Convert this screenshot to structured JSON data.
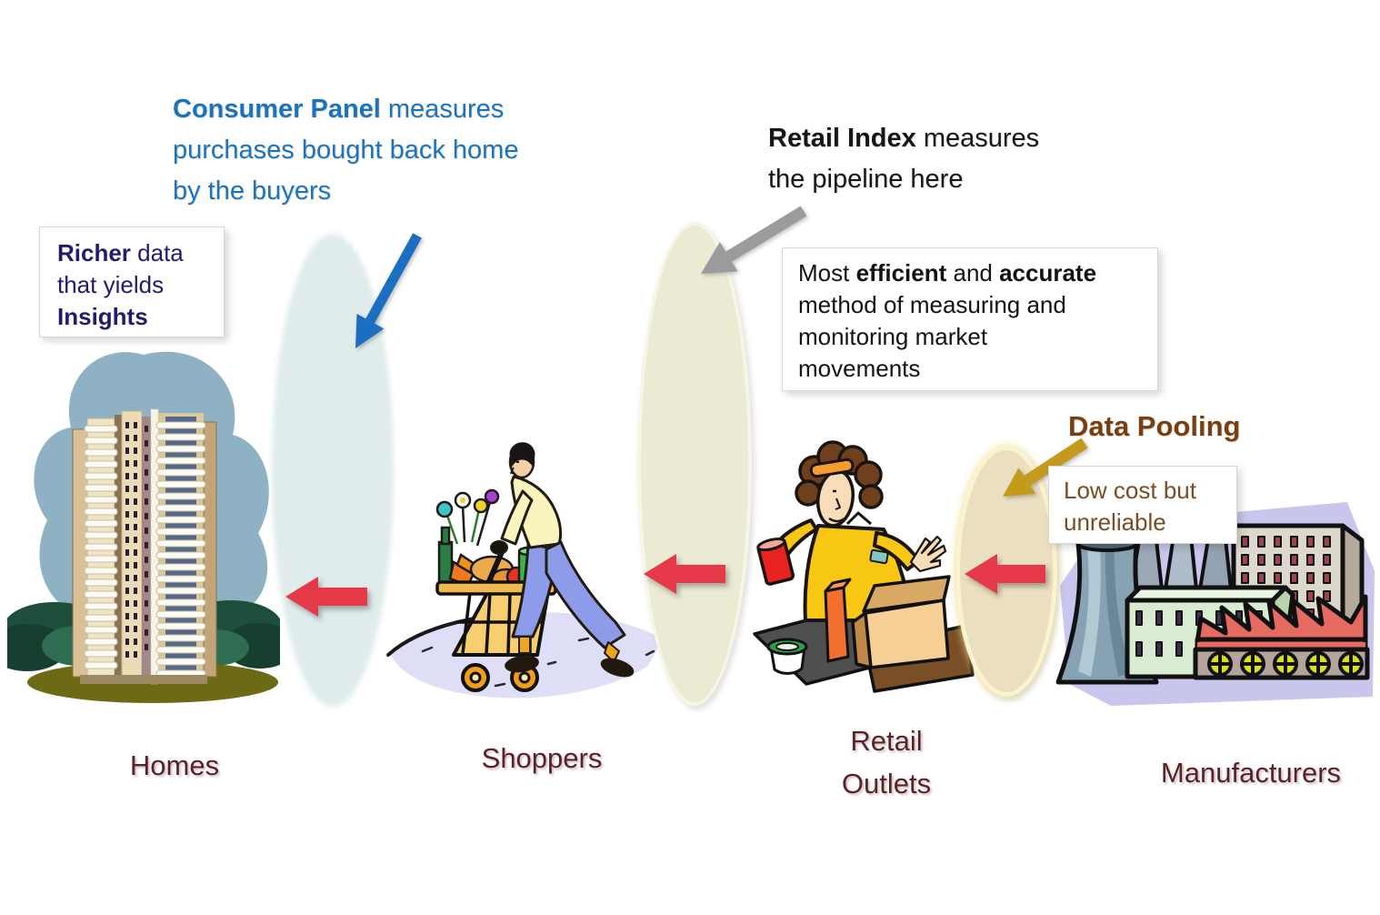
{
  "annotations": {
    "consumer_panel": {
      "highlight": "Consumer Panel",
      "rest1": " measures",
      "line2": "purchases bought back home",
      "line3": "by the buyers"
    },
    "retail_index": {
      "highlight": "Retail Index",
      "rest1": " measures",
      "line2": "the pipeline here"
    },
    "data_pooling": {
      "label": "Data Pooling"
    }
  },
  "callouts": {
    "richer_data": {
      "bold1": "Richer",
      "rest1": " data",
      "line2": "that yields",
      "bold3": "Insights"
    },
    "efficiency": {
      "pre": "Most ",
      "bold1": "efficient",
      "mid": " and ",
      "bold2": "accurate",
      "line2": "method of measuring and",
      "line3": "monitoring market",
      "line4": "movements"
    },
    "low_cost": {
      "line1": "Low cost but",
      "line2": "unreliable"
    }
  },
  "stages": {
    "homes": "Homes",
    "shoppers": "Shoppers",
    "retail_line1": "Retail",
    "retail_line2": "Outlets",
    "manufacturers": "Manufacturers"
  },
  "colors": {
    "consumer_panel_blue": "#1b73be",
    "insight_navy": "#211c6e",
    "stage_maroon": "#5a2228",
    "data_pooling_brown": "#7a3d0d",
    "low_cost_brown": "#7c4b22",
    "flow_arrow_red": "#e5394a",
    "retail_index_arrow_gray": "#9b9b9b",
    "data_pooling_arrow_gold": "#c49a1d",
    "consumer_zone_fill": "#e0ebeb",
    "retail_zone_fill": "#ebead3",
    "pooling_zone_fill": "#ebdfc1"
  }
}
